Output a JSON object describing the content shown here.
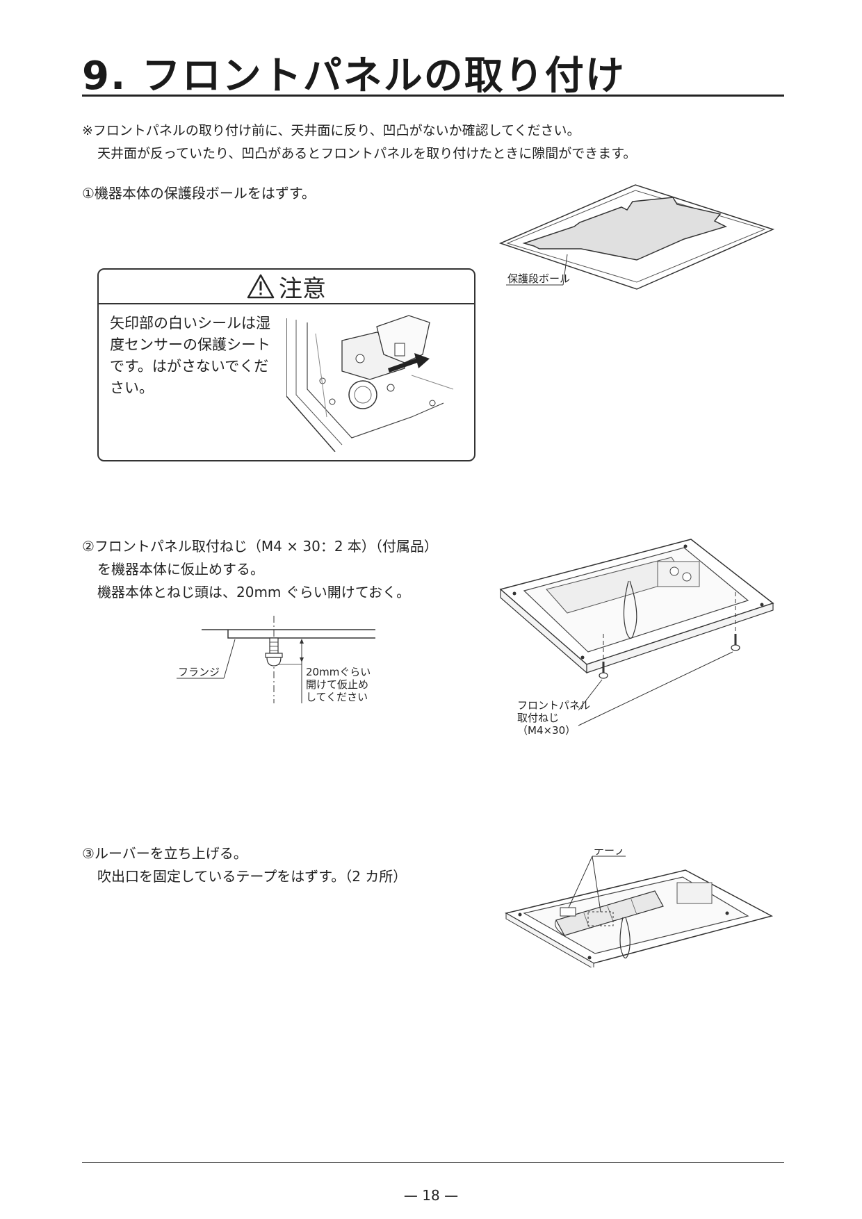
{
  "page": {
    "title": "9.  フロントパネルの取り付け",
    "note": {
      "line1": "※フロントパネルの取り付け前に、天井面に反り、凹凸がないか確認してください。",
      "line2": "天井面が反っていたり、凹凸があるとフロントパネルを取り付けたときに隙間ができます。"
    },
    "step1": {
      "text": "①機器本体の保護段ボールをはずす。",
      "label_cardboard": "保護段ボール"
    },
    "caution": {
      "heading": "注意",
      "body": "矢印部の白いシールは湿度センサーの保護シートです。はがさないでください。"
    },
    "step2": {
      "line1": "②フロントパネル取付ねじ（M4 × 30：2 本）（付属品）",
      "line2": "を機器本体に仮止めする。",
      "line3": "機器本体とねじ頭は、20mm ぐらい開けておく。",
      "label_flange": "フランジ",
      "label_gap1": "20mmぐらい",
      "label_gap2": "開けて仮止め",
      "label_gap3": "してください",
      "label_screw1": "フロントパネル",
      "label_screw2": "取付ねじ",
      "label_screw3": "（M4×30）"
    },
    "step3": {
      "line1": "③ルーバーを立ち上げる。",
      "line2": "吹出口を固定しているテープをはずす。（2 カ所）",
      "label_tape": "テープ"
    },
    "page_number": "— 18 —"
  }
}
